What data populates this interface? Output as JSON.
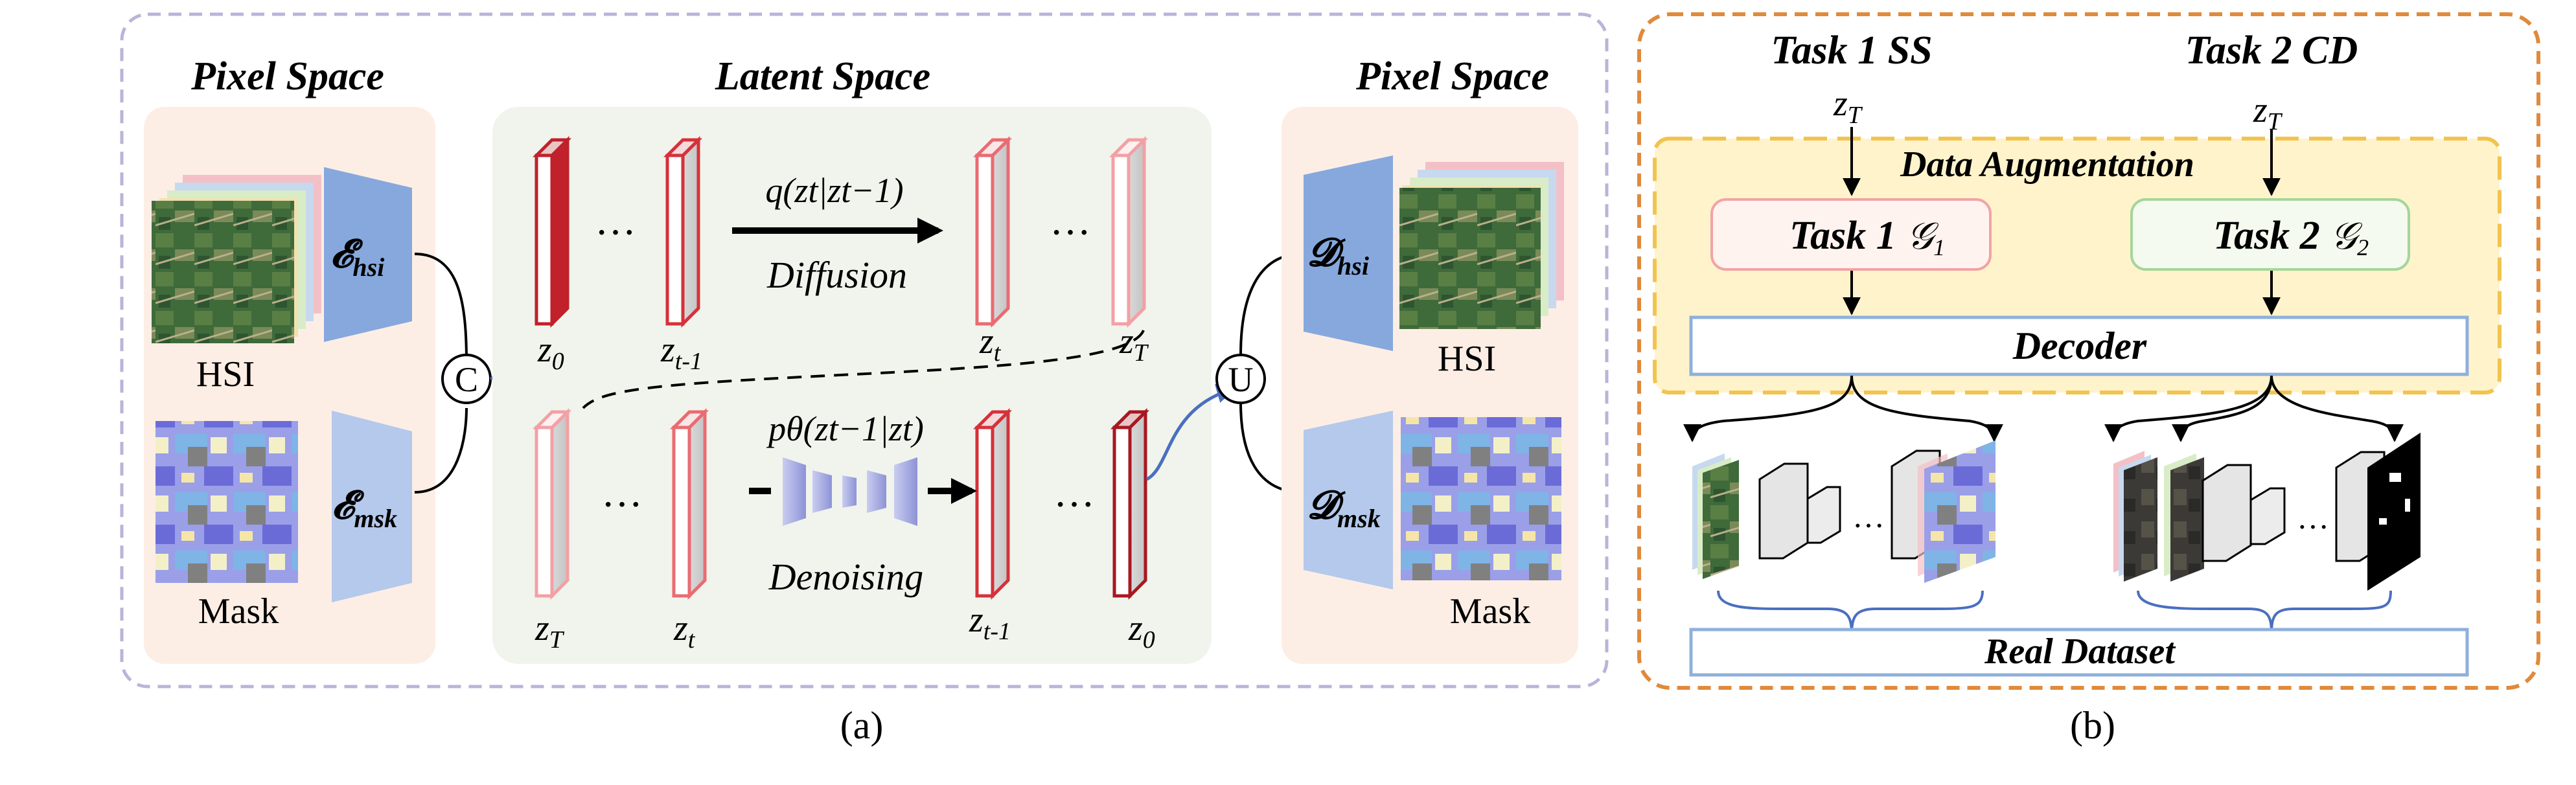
{
  "panel_a": {
    "caption": "(a)",
    "pixel_space_left_title": "Pixel Space",
    "latent_space_title": "Latent Space",
    "pixel_space_right_title": "Pixel Space",
    "hsi_label_left": "HSI",
    "mask_label_left": "Mask",
    "hsi_label_right": "HSI",
    "mask_label_right": "Mask",
    "encoder_hsi": {
      "symbol": "𝓔",
      "sub": "hsi"
    },
    "encoder_msk": {
      "symbol": "𝓔",
      "sub": "msk"
    },
    "decoder_hsi": {
      "symbol": "𝓓",
      "sub": "hsi"
    },
    "decoder_msk": {
      "symbol": "𝓓",
      "sub": "msk"
    },
    "concat_symbol": "C",
    "union_symbol": "U",
    "diffusion_formula": "q(zt|zt−1)",
    "diffusion_label": "Diffusion",
    "denoising_formula": "pθ(zt−1|zt)",
    "denoising_label": "Denoising",
    "ellipsis": "···",
    "top_latents": [
      {
        "main": "z",
        "sub": "0"
      },
      {
        "main": "z",
        "sub": "t-1"
      },
      {
        "main": "z",
        "sub": "t"
      },
      {
        "main": "z",
        "sub": "T"
      }
    ],
    "bottom_latents": [
      {
        "main": "z",
        "sub": "T"
      },
      {
        "main": "z",
        "sub": "t"
      },
      {
        "main": "z",
        "sub": "t-1"
      },
      {
        "main": "z",
        "sub": "0"
      }
    ]
  },
  "panel_b": {
    "caption": "(b)",
    "task1_title": "Task 1 SS",
    "task2_title": "Task 2 CD",
    "zt_input": {
      "main": "z",
      "sub": "T"
    },
    "data_augmentation_label": "Data Augmentation",
    "task1_box": {
      "label": "Task 1",
      "symbol": "𝒢",
      "sub": "1"
    },
    "task2_box": {
      "label": "Task 2",
      "symbol": "𝒢",
      "sub": "2"
    },
    "decoder_label": "Decoder",
    "real_dataset_label": "Real Dataset",
    "ellipsis": "···"
  },
  "colors": {
    "panel_a_border": "#b9b4d8",
    "panel_b_border": "#e08a3c",
    "pixel_bg": "#fdeee5",
    "latent_bg": "#f1f4ec",
    "encoder_blue": "#86a8dd",
    "encoder_light": "#b4c9eb",
    "latent_red": "#c0212a",
    "latent_pink": "#f3a0a4",
    "aug_bg": "#fff3cc",
    "aug_border": "#f2c44e",
    "task1_border": "#f2a3a6",
    "task2_border": "#a5d59a",
    "decoder_border": "#8fb0dc",
    "arrow_blue": "#4a6fbf"
  }
}
